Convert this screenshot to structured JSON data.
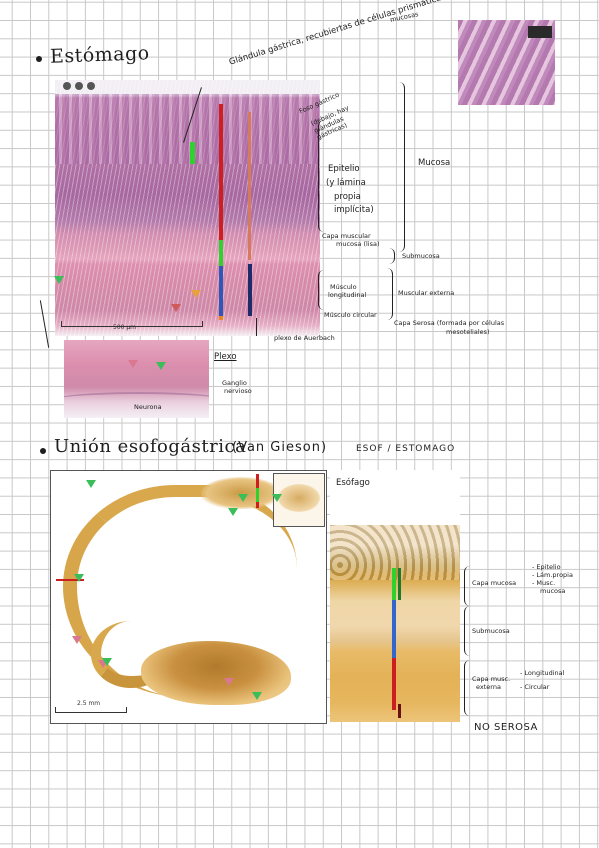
{
  "page": {
    "background": "#ffffff",
    "grid_color": "#c8c8c8"
  },
  "section1": {
    "title": "Estómago",
    "scale_label": "500 µm",
    "labels": {
      "mucosas": "mucosas",
      "glandula": "Glándula gástrica, recubiertas de células prismáticas",
      "foso": "Foso gástrico",
      "foso_sub": "(debajo, hay glándulas gástricas)",
      "epitelio_1": "Epitelio",
      "epitelio_2": "(y lámina",
      "epitelio_3": "propia",
      "epitelio_4": "implícita)",
      "mucosa": "Mucosa",
      "capa_muscular_mucosa_1": "Capa muscular",
      "capa_muscular_mucosa_2": "mucosa (lisa)",
      "submucosa": "Submucosa",
      "musculo_longitudinal_1": "Músculo",
      "musculo_longitudinal_2": "longitudinal",
      "musculo_circular": "Músculo circular",
      "muscular_externa": "Muscular externa",
      "capa_serosa_1": "Capa Serosa (formada por células",
      "capa_serosa_2": "mesoteliales)",
      "plexo_auerbach": "plexo de Auerbach",
      "plexo": "Plexo",
      "ganglio_1": "Ganglio",
      "ganglio_2": "nervioso",
      "neurona": "Neurona"
    }
  },
  "section2": {
    "title": "Unión esofogástrica",
    "title_stain": "(Van Gieson)",
    "header_right": "ESOF / ESTOMAGO",
    "scale_label": "2.5 mm",
    "labels": {
      "esofago": "Esófago",
      "capa_mucosa": "Capa mucosa",
      "epitelio": "- Epitelio",
      "lam_propia": "- Lám.propia",
      "musc_mucosa_1": "- Musc.",
      "musc_mucosa_2": "mucosa",
      "submucosa": "Submucosa",
      "capa_musc_externa_1": "Capa musc.",
      "capa_musc_externa_2": "externa",
      "longitudinal": "- Longitudinal",
      "circular": "- Circular",
      "no_serosa": "NO SEROSA"
    }
  },
  "colors": {
    "bar_red": "#cc1f1f",
    "bar_green": "#2fd12f",
    "bar_salmon": "#d57a5c",
    "bar_navy": "#1f2a6b",
    "bar_blue": "#3366cc",
    "bar_orange": "#e8871e",
    "arrow_green": "#3bbd5a",
    "arrow_pink": "#d9788e"
  }
}
